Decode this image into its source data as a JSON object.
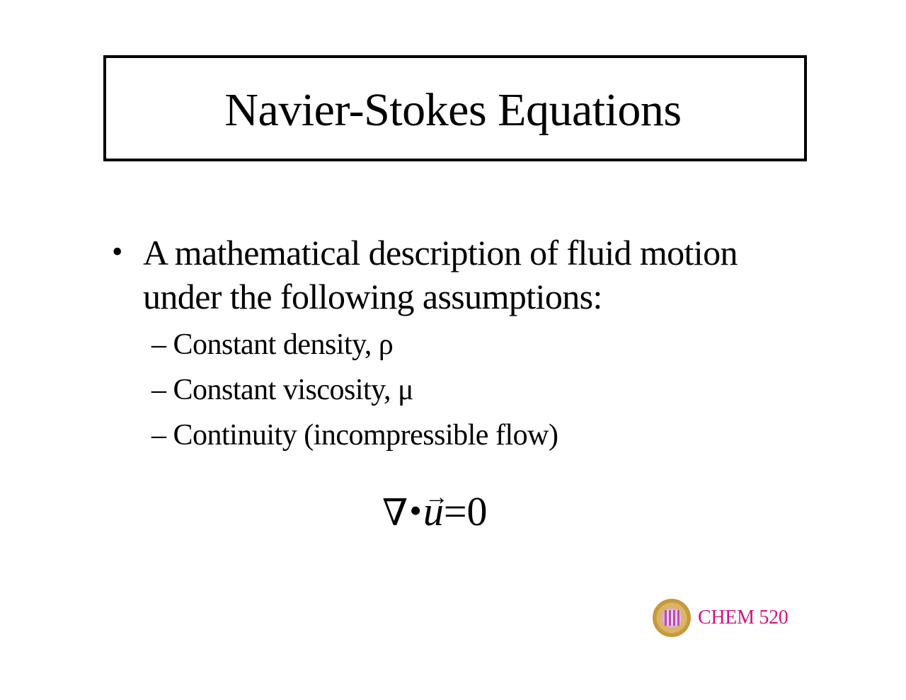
{
  "slide": {
    "title": "Navier-Stokes Equations",
    "bullet": {
      "marker": "•",
      "text_line1": "A mathematical description of fluid motion",
      "text_line2": "under the following assumptions:"
    },
    "sub_bullets": [
      {
        "marker": "–",
        "text": "Constant density, ρ"
      },
      {
        "marker": "–",
        "text": "Constant viscosity, μ"
      },
      {
        "marker": "–",
        "text": "Continuity (incompressible flow)"
      }
    ],
    "equation": {
      "nabla": "∇",
      "dot": "•",
      "vector_arrow": "→",
      "variable": "u",
      "equals": "=",
      "rhs": "0"
    },
    "footer": {
      "logo": "university-seal-icon",
      "course": "CHEM 520",
      "course_color": "#d4147e"
    }
  }
}
